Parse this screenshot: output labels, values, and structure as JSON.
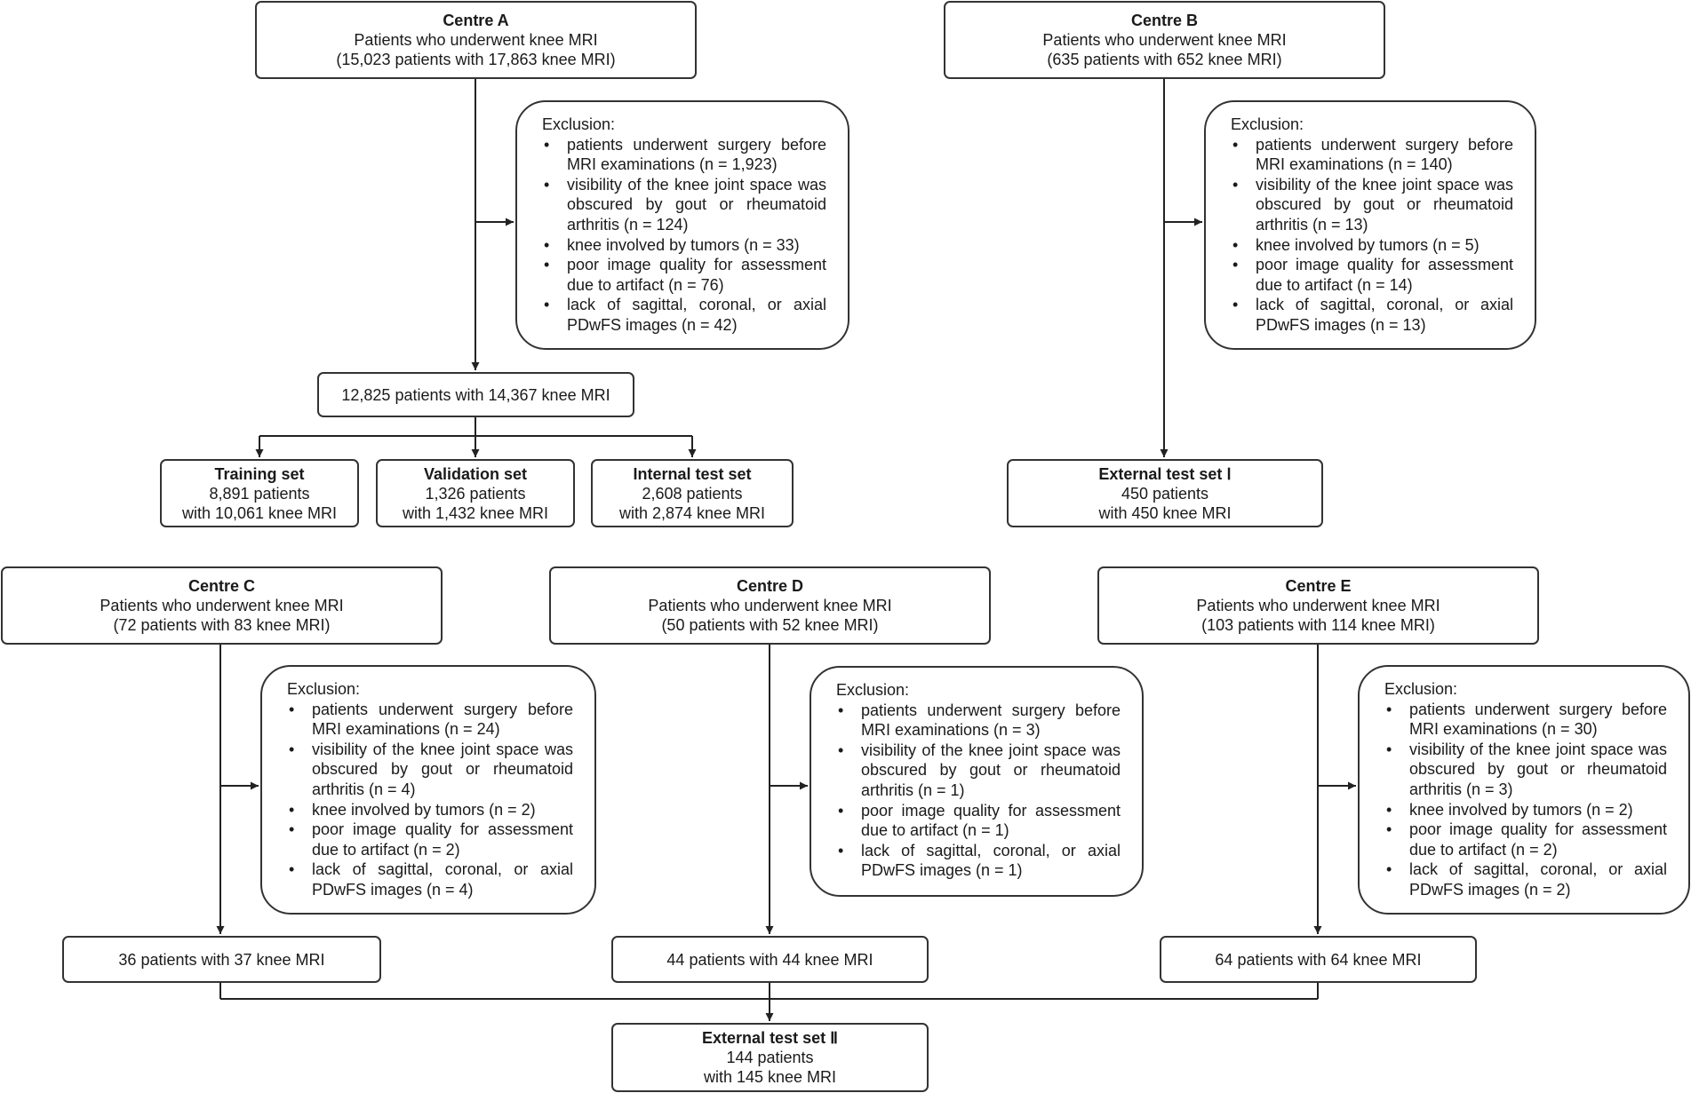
{
  "centre_a": {
    "title": "Centre A",
    "line1": "Patients who underwent knee MRI",
    "line2": "(15,023 patients with 17,863 knee MRI)",
    "exclusion": {
      "heading": "Exclusion:",
      "items": [
        "patients underwent surgery before MRI examinations (n = 1,923)",
        "visibility of the knee joint space was obscured by gout or rheumatoid arthritis (n = 124)",
        "knee involved by tumors (n = 33)",
        "poor image quality for assessment due to artifact (n = 76)",
        "lack of sagittal, coronal, or axial PDwFS images (n = 42)"
      ]
    },
    "after_exclusion": "12,825 patients with 14,367 knee MRI",
    "splits": [
      {
        "title": "Training set",
        "line1": "8,891 patients",
        "line2": "with 10,061 knee MRI"
      },
      {
        "title": "Validation set",
        "line1": "1,326 patients",
        "line2": "with 1,432 knee MRI"
      },
      {
        "title": "Internal test set",
        "line1": "2,608 patients",
        "line2": "with 2,874 knee MRI"
      }
    ]
  },
  "centre_b": {
    "title": "Centre B",
    "line1": "Patients who underwent knee MRI",
    "line2": "(635 patients with 652 knee MRI)",
    "exclusion": {
      "heading": "Exclusion:",
      "items": [
        "patients underwent surgery before MRI examinations (n = 140)",
        "visibility of the knee joint space was obscured by gout or rheumatoid arthritis (n = 13)",
        "knee involved by tumors (n = 5)",
        "poor image quality for assessment due to artifact (n = 14)",
        "lack of sagittal, coronal, or axial PDwFS images (n = 13)"
      ]
    },
    "external": {
      "title": "External test set Ⅰ",
      "line1": "450 patients",
      "line2": "with 450 knee MRI"
    }
  },
  "centre_c": {
    "title": "Centre C",
    "line1": "Patients who underwent knee MRI",
    "line2": "(72 patients with 83 knee MRI)",
    "exclusion": {
      "heading": "Exclusion:",
      "items": [
        "patients underwent surgery before MRI examinations (n = 24)",
        "visibility of the knee joint space was obscured by gout or rheumatoid arthritis (n = 4)",
        "knee involved by tumors (n = 2)",
        "poor image quality for assessment due to artifact (n = 2)",
        "lack of sagittal, coronal, or axial PDwFS images (n = 4)"
      ]
    },
    "after_exclusion": "36 patients with 37 knee MRI"
  },
  "centre_d": {
    "title": "Centre D",
    "line1": "Patients who underwent knee MRI",
    "line2": "(50 patients with 52 knee MRI)",
    "exclusion": {
      "heading": "Exclusion:",
      "items": [
        "patients underwent surgery before MRI examinations (n = 3)",
        "visibility of the knee joint space was obscured by gout or rheumatoid arthritis (n = 1)",
        "poor image quality for assessment due to artifact (n = 1)",
        "lack of sagittal, coronal, or axial PDwFS images (n = 1)"
      ]
    },
    "after_exclusion": "44 patients with 44 knee MRI"
  },
  "centre_e": {
    "title": "Centre E",
    "line1": "Patients who underwent knee MRI",
    "line2": "(103 patients with 114 knee MRI)",
    "exclusion": {
      "heading": "Exclusion:",
      "items": [
        "patients underwent surgery before MRI examinations (n = 30)",
        "visibility of the knee joint space was obscured by gout or rheumatoid arthritis (n = 3)",
        "knee involved by tumors (n = 2)",
        "poor image quality for assessment due to artifact (n = 2)",
        "lack of sagittal, coronal, or axial PDwFS images (n = 2)"
      ]
    },
    "after_exclusion": "64 patients with 64 knee MRI"
  },
  "external_2": {
    "title": "External test set Ⅱ",
    "line1": "144 patients",
    "line2": "with 145 knee MRI"
  }
}
